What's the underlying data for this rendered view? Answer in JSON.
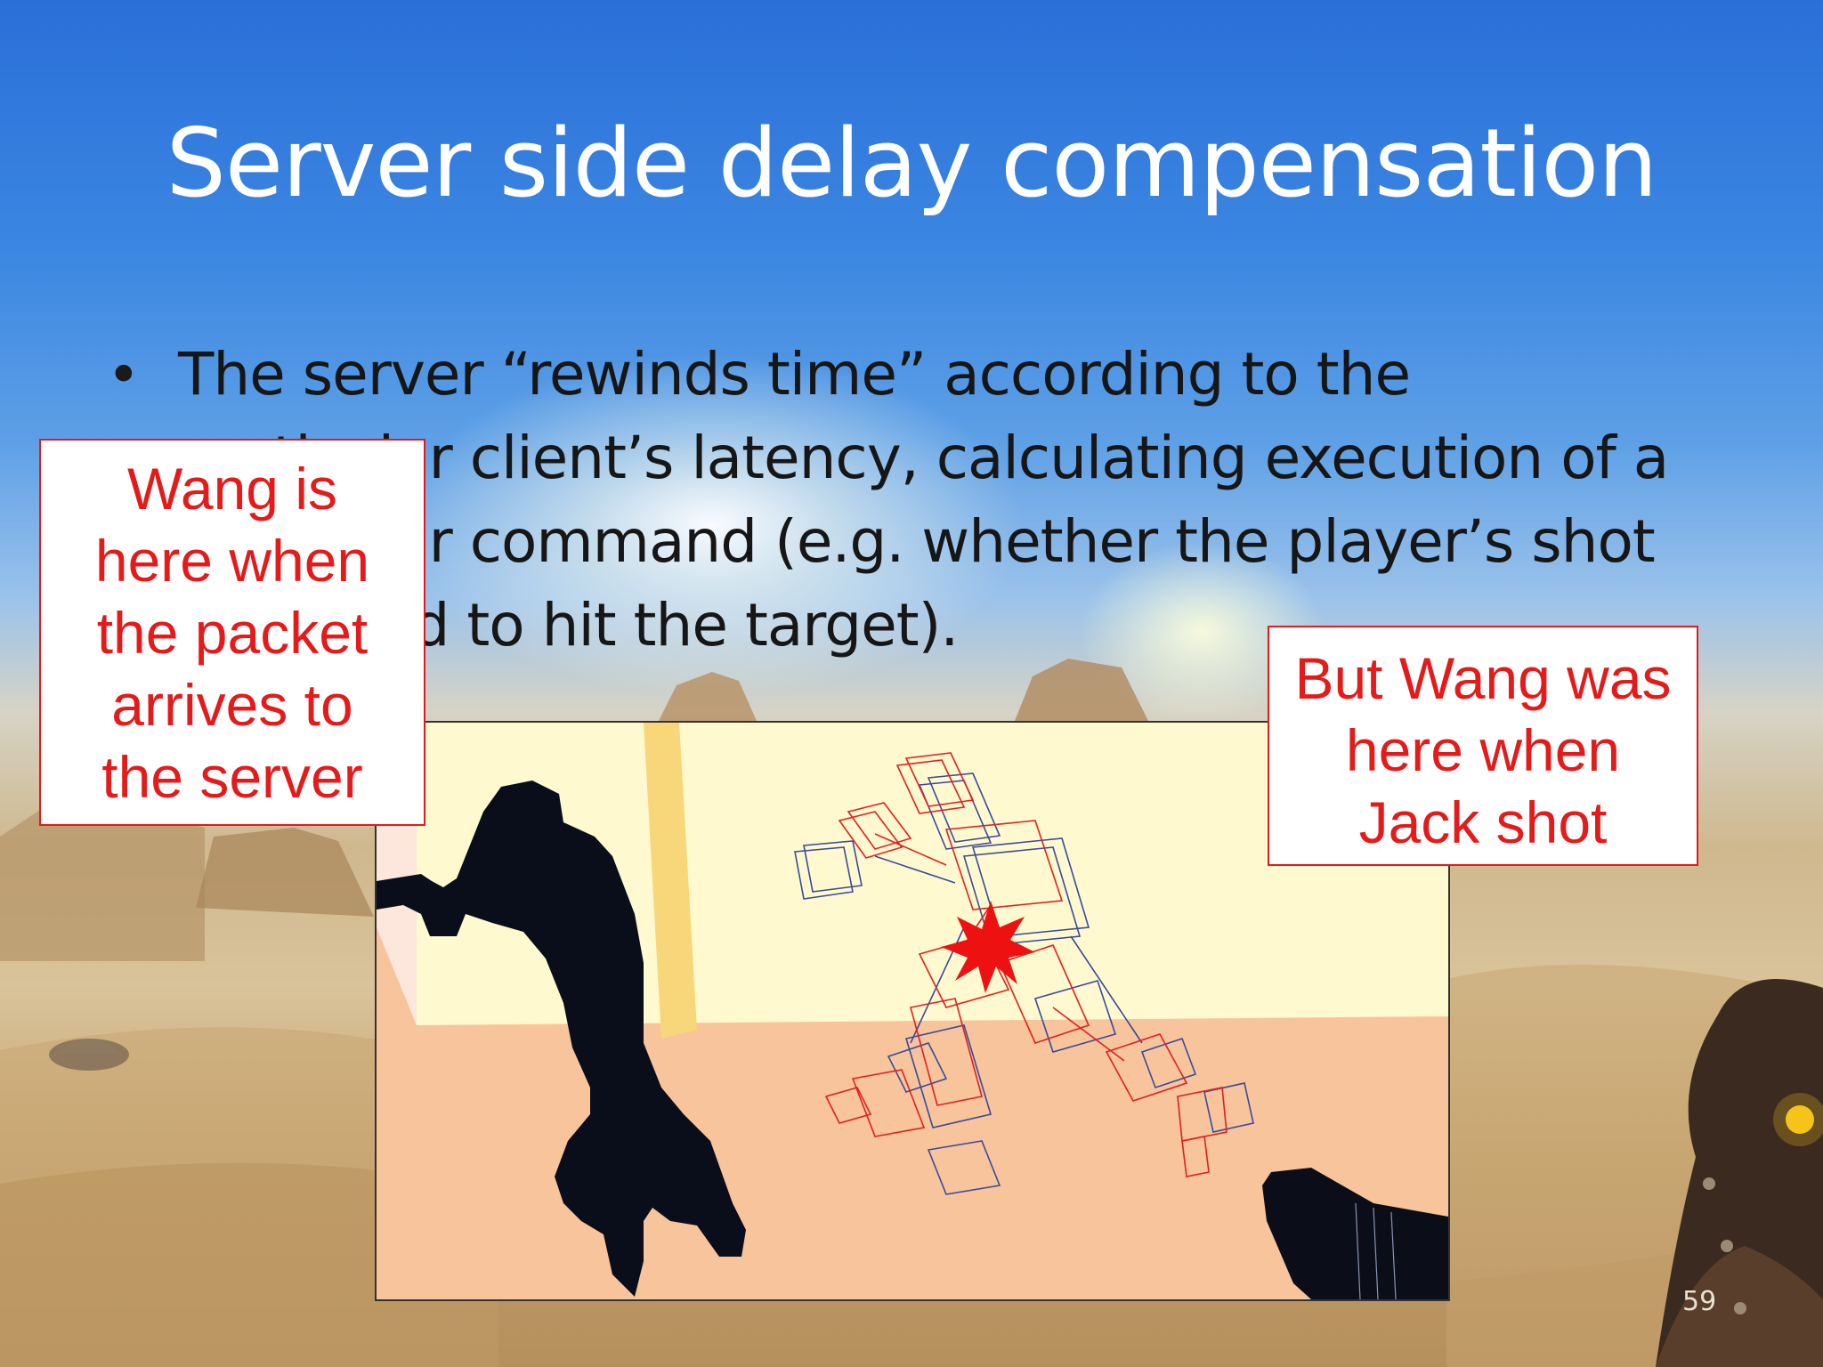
{
  "slide": {
    "title": "Server side delay compensation",
    "bullet": "The server “rewinds time” according to the particular client’s latency, calculating execution of a particular command (e.g. whether the player’s shot managed to hit the target).",
    "page_number": "59"
  },
  "callouts": {
    "left_lines": [
      "Wang is",
      "here when",
      "the packet",
      "arrives to",
      "the server"
    ],
    "right_lines": [
      "But Wang was",
      "here when",
      "Jack shot"
    ]
  },
  "colors": {
    "callout_text": "#e31b1b",
    "title": "#ffffff",
    "bullet_text": "#161616",
    "hitbox_red": "#e02020",
    "hitbox_blue": "#3a4a9a",
    "silhouette": "#0a0e1a",
    "figure_wall": "#fff9cf",
    "figure_floor": "#f7c49c"
  },
  "icons": [
    "bullet-dot-icon",
    "hit-star-icon",
    "pistol-icon"
  ]
}
